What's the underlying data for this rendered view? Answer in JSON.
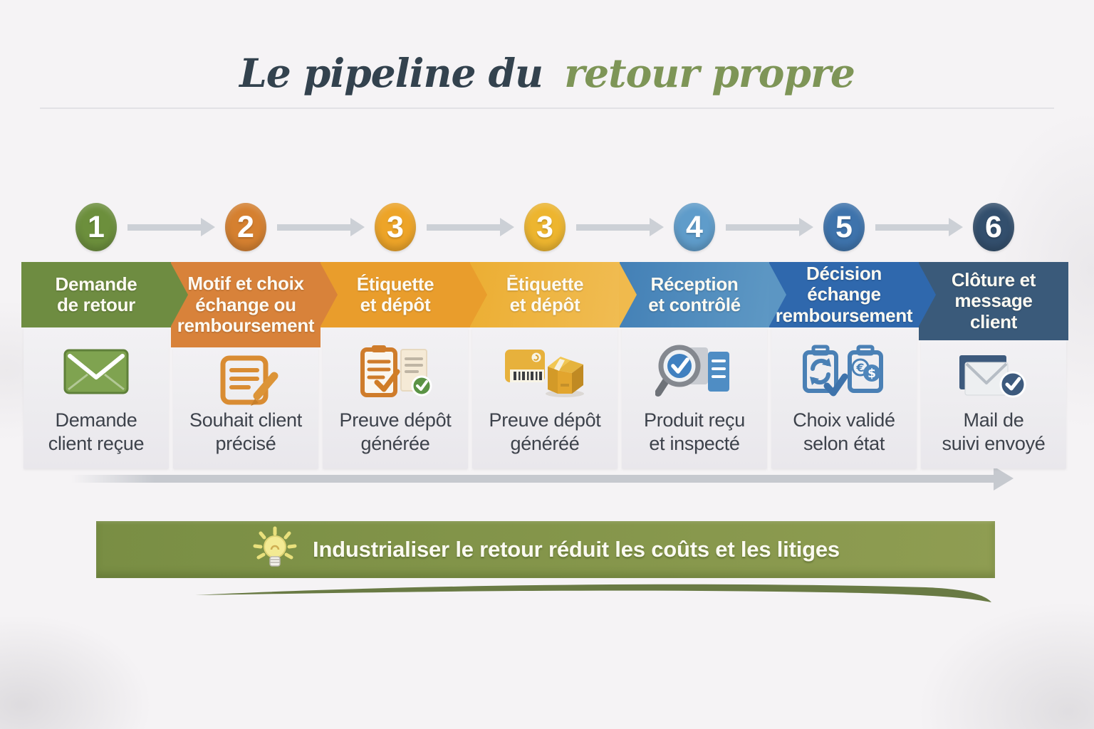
{
  "title": {
    "prefix": "Le pipeline du",
    "highlight": "retour propre"
  },
  "steps": [
    {
      "number": "1",
      "band_lines": [
        "Demande",
        "de retour"
      ],
      "caption_lines": [
        "Demande",
        "client reçue"
      ],
      "icon": "mail-icon",
      "colors": {
        "circle": "#6c8f3c",
        "band": "#6e8c41"
      }
    },
    {
      "number": "2",
      "band_lines": [
        "Motif et choix",
        "échange ou",
        "remboursement"
      ],
      "caption_lines": [
        "Souhait client",
        "précisé"
      ],
      "icon": "note-pencil-icon",
      "colors": {
        "circle": "#d58030",
        "band": "#d8823a"
      }
    },
    {
      "number": "3",
      "band_lines": [
        "Étiquette",
        "et dépôt"
      ],
      "caption_lines": [
        "Preuve dépôt",
        "générée"
      ],
      "icon": "clipboard-check-icon",
      "colors": {
        "circle": "#eda428",
        "band": "#e99d2c"
      }
    },
    {
      "number": "3",
      "band_lines": [
        "Ētiquette",
        "et dépôt"
      ],
      "caption_lines": [
        "Preuve dépôt",
        "généréé"
      ],
      "icon": "label-box-icon",
      "colors": {
        "circle": "#edb52f",
        "band": "#eeb23b"
      }
    },
    {
      "number": "4",
      "band_lines": [
        "Réception",
        "et contrôlé"
      ],
      "caption_lines": [
        "Produit reçu",
        "et inspecté"
      ],
      "icon": "inspect-magnifier-icon",
      "colors": {
        "circle": "#5f9cca",
        "band": "#4a87ba"
      }
    },
    {
      "number": "5",
      "band_lines": [
        "Décision échange",
        "remboursement"
      ],
      "caption_lines": [
        "Choix validé",
        "selon état"
      ],
      "icon": "exchange-refund-icon",
      "colors": {
        "circle": "#3e73ac",
        "band": "#2f68ad"
      }
    },
    {
      "number": "6",
      "band_lines": [
        "Clôture et",
        "message",
        "client"
      ],
      "caption_lines": [
        "Mail de",
        "suivi envoyé"
      ],
      "icon": "mail-check-icon",
      "colors": {
        "circle": "#334f6d",
        "band": "#3a5a7a"
      }
    }
  ],
  "banner": {
    "text": "Industrialiser le retour réduit les coûts et les litiges",
    "icon": "lightbulb-icon",
    "background": "#7e9247"
  },
  "title_colors": {
    "prefix": "#33424e",
    "highlight": "#7e9557"
  }
}
